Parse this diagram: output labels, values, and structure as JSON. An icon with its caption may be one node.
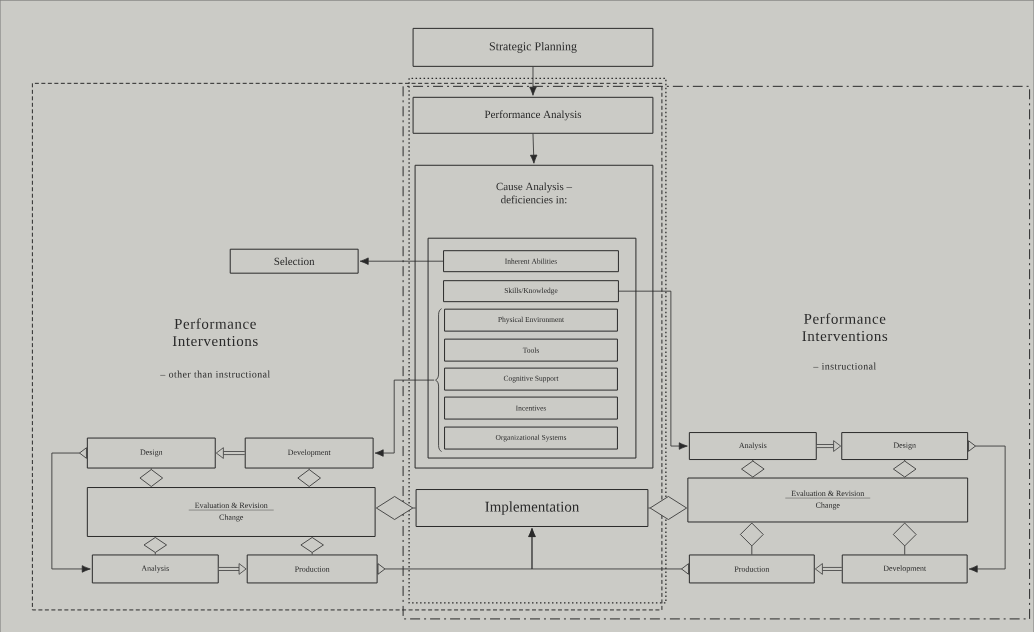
{
  "diagram": {
    "nodes": [
      {
        "text": [
          "Strategic Planning"
        ]
      },
      {
        "text": [
          "Performance Analysis"
        ]
      },
      {
        "text": [
          "Cause Analysis –",
          "deficiencies in:"
        ]
      },
      {
        "text": [],
        "shape": "box",
        "in": 2
      },
      {
        "text": [
          "Inherent Abilities"
        ],
        "in": 3
      },
      {
        "text": [
          "Skills/Knowledge"
        ],
        "in": 3
      },
      {
        "text": [
          "Physical Environment"
        ],
        "in": 3
      },
      {
        "text": [
          "Tools"
        ],
        "in": 3
      },
      {
        "text": [
          "Cognitive Support"
        ],
        "in": 3
      },
      {
        "text": [
          "Incentives"
        ],
        "in": 3
      },
      {
        "text": [
          "Organizational Systems"
        ],
        "in": 3
      },
      {
        "text": [
          "Selection"
        ]
      },
      {
        "text": [
          "Design"
        ]
      },
      {
        "text": [
          "Development"
        ]
      },
      {
        "text": [
          "Evaluation & Revision",
          "Change"
        ]
      },
      {
        "text": [
          "Analysis"
        ]
      },
      {
        "text": [
          "Production"
        ]
      },
      {
        "text": [
          "Implementation"
        ]
      },
      {
        "text": [
          "Analysis"
        ]
      },
      {
        "text": [
          "Design"
        ]
      },
      {
        "text": [
          "Evaluation & Revision",
          "Change"
        ]
      },
      {
        "text": [
          "Production"
        ]
      },
      {
        "text": [
          "Development"
        ]
      },
      {
        "text": [],
        "shape": "brace",
        "in": 3
      }
    ],
    "edges": [
      {
        "from": 0,
        "to": 1,
        "arrow": "to"
      },
      {
        "from": 1,
        "to": 2,
        "arrow": "to"
      },
      {
        "from": 4,
        "to": 11,
        "arrow": "to"
      },
      {
        "from": 5,
        "to": 18,
        "arrow": "to"
      },
      {
        "from": 23,
        "to": 13,
        "arrow": "to"
      },
      {
        "from": 13,
        "to": 12,
        "arrow": "to",
        "style": "thick"
      },
      {
        "from": 12,
        "to": 15,
        "arrow": "to"
      },
      {
        "from": 15,
        "to": 16,
        "arrow": "to",
        "style": "thick"
      },
      {
        "from": 16,
        "to": 17,
        "arrow": "to"
      },
      {
        "from": 18,
        "to": 19,
        "arrow": "to",
        "style": "thick"
      },
      {
        "from": 19,
        "to": 22,
        "arrow": "to"
      },
      {
        "from": 22,
        "to": 21,
        "arrow": "to",
        "style": "thick"
      },
      {
        "from": 21,
        "to": 17,
        "arrow": "to"
      },
      {
        "from": 12,
        "to": 14,
        "arrow": "other"
      },
      {
        "from": 13,
        "to": 14,
        "arrow": "other"
      },
      {
        "from": 15,
        "to": 14,
        "arrow": "other"
      },
      {
        "from": 16,
        "to": 14,
        "arrow": "other"
      },
      {
        "from": 17,
        "to": 14,
        "arrow": "other"
      },
      {
        "from": 17,
        "to": 20,
        "arrow": "other"
      },
      {
        "from": 18,
        "to": 20,
        "arrow": "other"
      },
      {
        "from": 19,
        "to": 20,
        "arrow": "other"
      },
      {
        "from": 21,
        "to": 20,
        "arrow": "other"
      },
      {
        "from": 22,
        "to": 20,
        "arrow": "other"
      }
    ],
    "labels": [
      "Performance Interventions",
      "– other than instructional",
      "Performance Interventions",
      "– instructional"
    ]
  }
}
